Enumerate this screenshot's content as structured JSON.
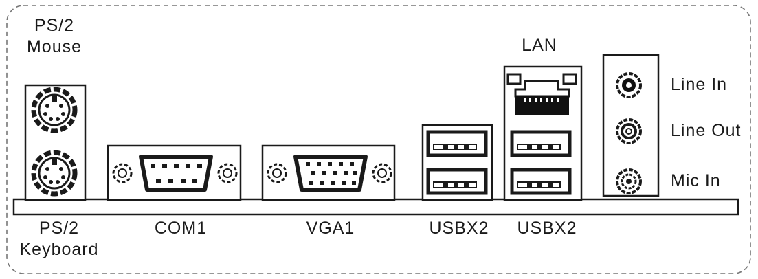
{
  "labels": {
    "ps2_mouse": [
      "PS/2",
      "Mouse"
    ],
    "ps2_keyboard": [
      "PS/2",
      "Keyboard"
    ],
    "com1": "COM1",
    "vga1": "VGA1",
    "usb_left": "USBX2",
    "usb_right": "USBX2",
    "lan": "LAN",
    "audio": [
      "Line In",
      "Line Out",
      "Mic In"
    ]
  },
  "colors": {
    "line": "#1a1a1a",
    "fill": "#ffffff",
    "dark": "#111111"
  }
}
